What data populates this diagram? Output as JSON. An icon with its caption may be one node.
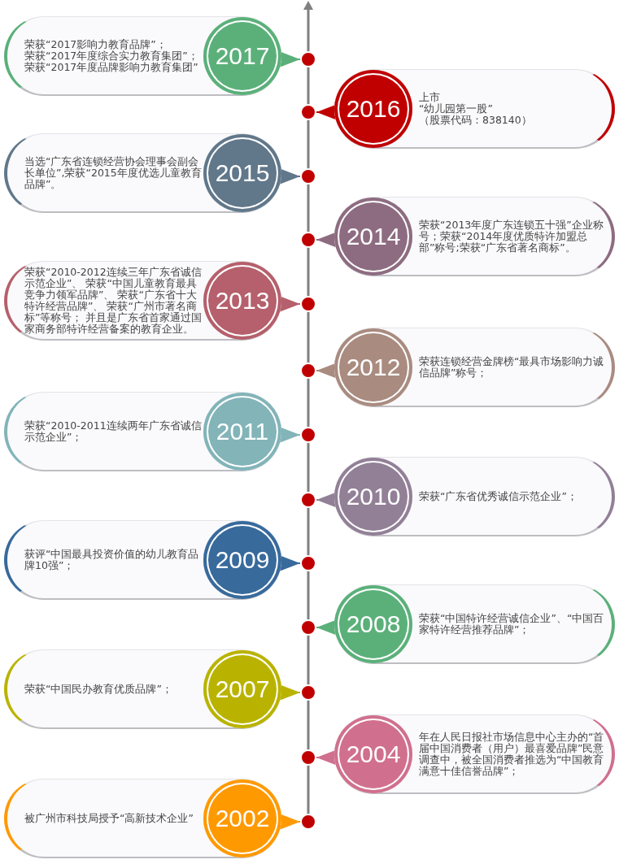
{
  "diagram": {
    "nodes": [
      {
        "text": [
          "荣获“2017影响力教育品牌”；",
          "荣获“2017年度综合实力教育集团”；",
          "荣获“2017年度品牌影响力教育集团”"
        ]
      },
      {
        "text": [
          "2017"
        ],
        "in": 0
      },
      {
        "text": [],
        "shape": "circle"
      },
      {
        "text": [
          "上市",
          "“幼儿园第一股”",
          "（股票代码：838140）"
        ]
      },
      {
        "text": [
          "2016"
        ],
        "in": 3
      },
      {
        "text": [],
        "shape": "circle"
      },
      {
        "text": [
          "当选“广东省连锁经营协会理事会副会长单位”,荣获“2015年度优选儿童教育品牌”。"
        ]
      },
      {
        "text": [
          "2015"
        ],
        "in": 6
      },
      {
        "text": [],
        "shape": "circle"
      },
      {
        "text": [
          "荣获“2013年度广东连锁五十强”企业称号；荣获“2014年度优质特许加盟总部”称号;荣获“广东省著名商标”。"
        ]
      },
      {
        "text": [
          "2014"
        ],
        "in": 9
      },
      {
        "text": [],
        "shape": "circle"
      },
      {
        "text": [
          "荣获“2010-2012连续三年广东省诚信示范企业”、 荣获“中国儿童教育最具竞争力领军品牌”、 荣获“广东省十大特许经营品牌”、 荣获“广州市著名商标”等称号； 并且是广东省首家通过国家商务部特许经营备案的教育企业。"
        ]
      },
      {
        "text": [
          "2013"
        ],
        "in": 12
      },
      {
        "text": [],
        "shape": "circle"
      },
      {
        "text": [
          "荣获连锁经营金牌榜“最具市场影响力诚信品牌”称号；"
        ]
      },
      {
        "text": [
          "2012"
        ],
        "in": 15
      },
      {
        "text": [],
        "shape": "circle"
      },
      {
        "text": [
          "荣获“2010-2011连续两年广东省诚信示范企业”；"
        ]
      },
      {
        "text": [
          "2011"
        ],
        "in": 18
      },
      {
        "text": [],
        "shape": "circle"
      },
      {
        "text": [
          "荣获“广东省优秀诚信示范企业”；"
        ]
      },
      {
        "text": [
          "2010"
        ],
        "in": 21
      },
      {
        "text": [],
        "shape": "circle"
      },
      {
        "text": [
          "获评“中国最具投资价值的幼儿教育品牌10强”；"
        ]
      },
      {
        "text": [
          "2009"
        ],
        "in": 24
      },
      {
        "text": [],
        "shape": "circle"
      },
      {
        "text": [
          "荣获“中国特许经营诚信企业”、“中国百家特许经营推荐品牌”；"
        ]
      },
      {
        "text": [
          "2008"
        ],
        "in": 27
      },
      {
        "text": [],
        "shape": "circle"
      },
      {
        "text": [
          "荣获“中国民办教育优质品牌”；"
        ]
      },
      {
        "text": [
          "2007"
        ],
        "in": 30
      },
      {
        "text": [],
        "shape": "circle"
      },
      {
        "text": [
          "年在人民日报社市场信息中心主办的“首届中国消费者（用户）最喜爱品牌”民意调查中，被全国消费者推选为“中国教育满意十佳信誉品牌”；"
        ]
      },
      {
        "text": [
          "2004"
        ],
        "in": 33
      },
      {
        "text": [],
        "shape": "circle"
      },
      {
        "text": [
          "被广州市科技局授予“高新技术企业”"
        ]
      },
      {
        "text": [
          "2002"
        ],
        "in": 36
      },
      {
        "text": [],
        "shape": "circle"
      }
    ],
    "edges": [
      {
        "from": 1,
        "to": 2,
        "arrow": "to",
        "color": "#5bb07a"
      },
      {
        "from": 4,
        "to": 5,
        "arrow": "to",
        "color": "#c00000"
      },
      {
        "from": 7,
        "to": 8,
        "arrow": "to",
        "color": "#61778a"
      },
      {
        "from": 10,
        "to": 11,
        "arrow": "to",
        "color": "#8d6c81"
      },
      {
        "from": 13,
        "to": 14,
        "arrow": "to",
        "color": "#b5606c"
      },
      {
        "from": 16,
        "to": 17,
        "arrow": "to",
        "color": "#a98b80"
      },
      {
        "from": 19,
        "to": 20,
        "arrow": "to",
        "color": "#82b4b8"
      },
      {
        "from": 22,
        "to": 23,
        "arrow": "to",
        "color": "#928097"
      },
      {
        "from": 25,
        "to": 26,
        "arrow": "to",
        "color": "#386a9c"
      },
      {
        "from": 28,
        "to": 29,
        "arrow": "to",
        "color": "#5bb07a"
      },
      {
        "from": 31,
        "to": 32,
        "arrow": "to",
        "color": "#b9b300"
      },
      {
        "from": 34,
        "to": 35,
        "arrow": "to",
        "color": "#d0708e"
      },
      {
        "from": 37,
        "to": 38,
        "arrow": "to",
        "color": "#ff9900"
      }
    ]
  }
}
